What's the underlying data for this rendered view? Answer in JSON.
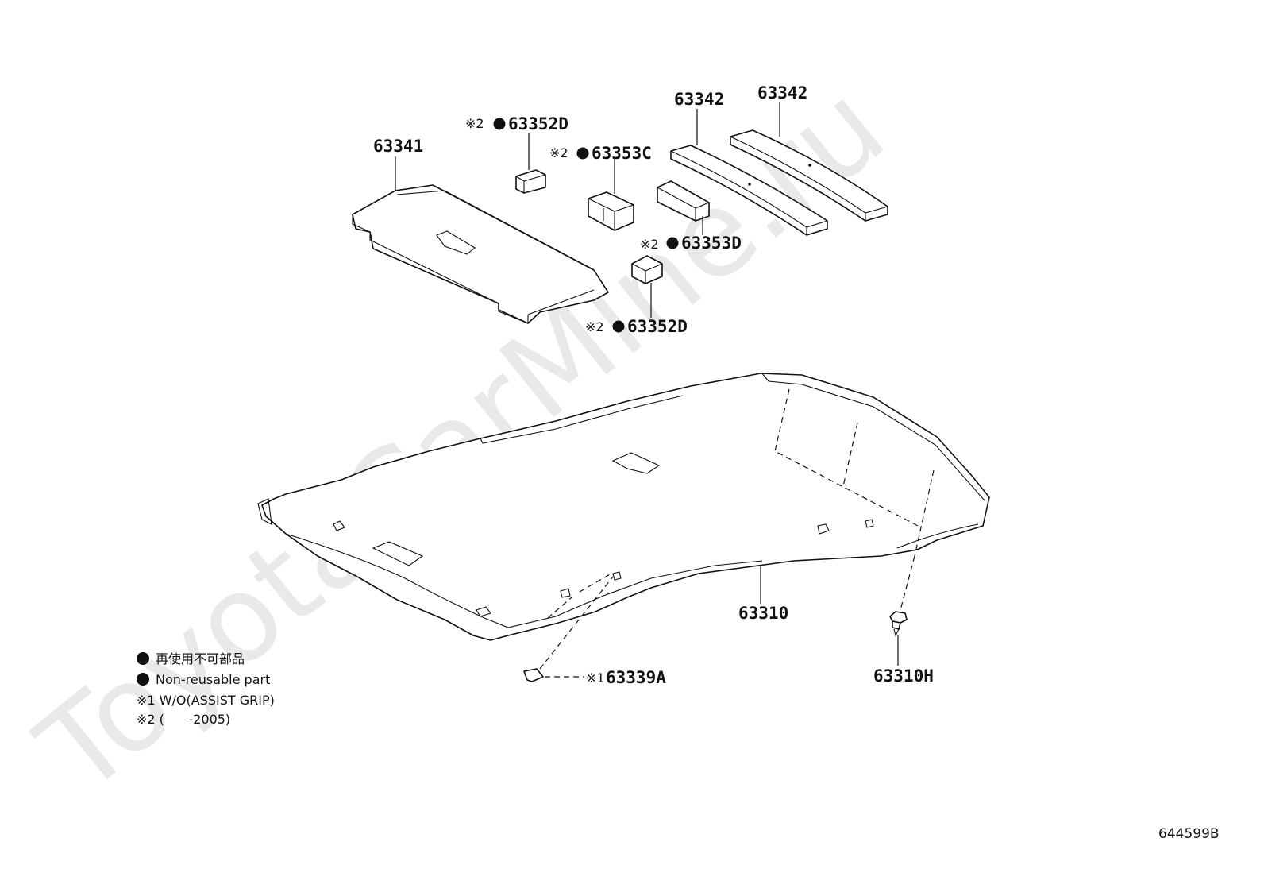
{
  "watermark": "ToyotaCarMine.ru",
  "figure_number": "644599B",
  "parts": {
    "p63341": {
      "number": "63341"
    },
    "p63342_front": {
      "number": "63342"
    },
    "p63342_rear": {
      "number": "63342"
    },
    "p63352d_top": {
      "mark": "※2",
      "number": "63352D"
    },
    "p63353c": {
      "mark": "※2",
      "number": "63353C"
    },
    "p63353d": {
      "mark": "※2",
      "number": "63353D"
    },
    "p63352d_bottom": {
      "mark": "※2",
      "number": "63352D"
    },
    "p63310": {
      "number": "63310"
    },
    "p63310h": {
      "number": "63310H"
    },
    "p63339a": {
      "mark": "※1",
      "number": "63339A"
    }
  },
  "legend": {
    "line1": "再使用不可部品",
    "line2": "Non-reusable part",
    "line3": "※1 W/O(ASSIST GRIP)",
    "line4": "※2 (      -2005)"
  }
}
